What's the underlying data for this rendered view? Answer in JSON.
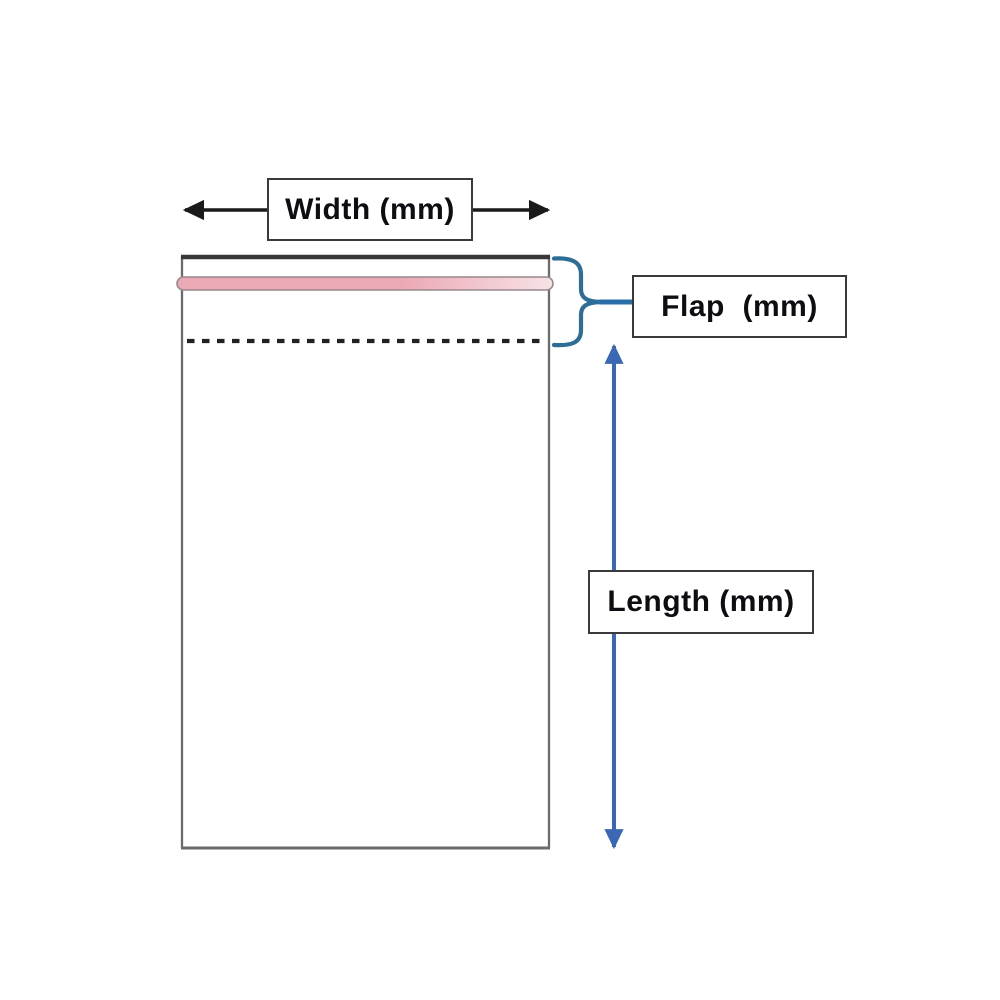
{
  "diagram": {
    "labels": {
      "width": "Width (mm)",
      "flap": "Flap  (mm)",
      "length": "Length (mm)"
    },
    "colors": {
      "background": "#ffffff",
      "text": "#0d0d12",
      "label_border": "#3a3a3a",
      "bag_border": "#6b6b6b",
      "bag_top": "#383838",
      "strip_pink": "#eba9b5",
      "strip_pink_light": "#f7e2e6",
      "strip_border": "#97888d",
      "dotted_line": "#222222",
      "arrow_black": "#1a1a1a",
      "arrow_blue": "#3a68b5",
      "brace_blue": "#2e6d96",
      "connector_blue": "#2a6da8"
    }
  }
}
